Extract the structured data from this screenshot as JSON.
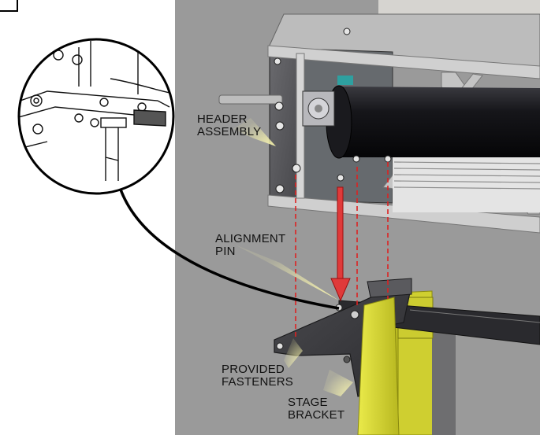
{
  "callouts": {
    "header_assembly": [
      "HEADER",
      "ASSEMBLY"
    ],
    "alignment_pin": [
      "ALIGNMENT",
      "PIN"
    ],
    "provided_fasteners": [
      "PROVIDED",
      "FASTENERS"
    ],
    "stage_bracket": [
      "STAGE",
      "BRACKET"
    ]
  },
  "colors": {
    "wall": "#9a9a9a",
    "frame": "#c8c8c8",
    "header_plate": "#545458",
    "roller": "#0d0d10",
    "stage_bracket": "#3c3c40",
    "yellow_post": "#d8d836",
    "alignment_line": "#dd2222",
    "callout_glow": "#fffbb0",
    "detail_leader": "#000000"
  },
  "icons": [
    "detail-circle-icon",
    "alignment-arrow-icon"
  ]
}
